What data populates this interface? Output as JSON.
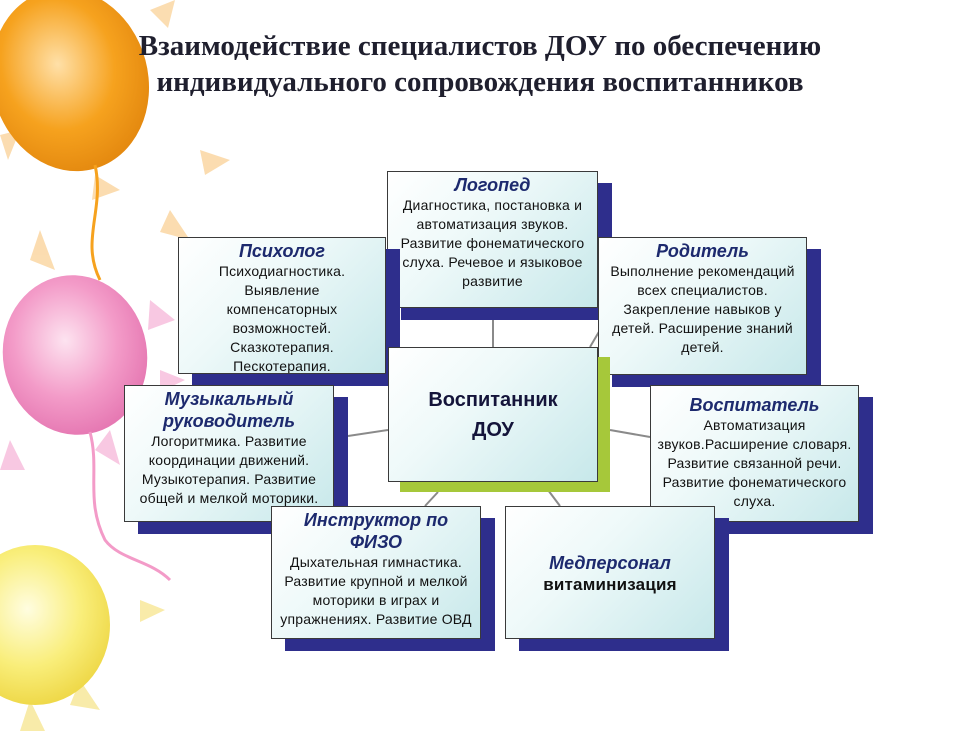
{
  "title": {
    "line1": "Взаимодействие специалистов ДОУ по обеспечению",
    "line2": "индивидуального сопровождения воспитанников"
  },
  "center": {
    "line1": "Воспитанник",
    "line2": "ДОУ"
  },
  "nodes": {
    "logoped": {
      "name": "Логопед",
      "desc": "Диагностика, постановка и автоматизация звуков. Развитие фонематического слуха. Речевое и языковое развитие"
    },
    "psiholog": {
      "name": "Психолог",
      "desc": "Психодиагностика. Выявление компенсаторных возможностей. Сказкотерапия. Пескотерапия."
    },
    "roditel": {
      "name": "Родитель",
      "desc": "Выполнение рекомендаций всех специалистов. Закрепление навыков у детей. Расширение знаний детей."
    },
    "muzyk": {
      "name": "Музыкальный руководитель",
      "desc": "Логоритмика. Развитие координации движений. Музыкотерапия. Развитие общей и мелкой моторики."
    },
    "vospitatel": {
      "name": "Воспитатель",
      "desc": "Автоматизация звуков.Расширение словаря. Развитие связанной речи. Развитие фонематического слуха."
    },
    "fizo": {
      "name": "Инструктор по ФИЗО",
      "desc": "Дыхательная гимнастика. Развитие крупной и мелкой моторики в играх и упражнениях. Развитие ОВД"
    },
    "medpersonal": {
      "name": "Медперсонал",
      "desc": "витаминизация"
    }
  },
  "colors": {
    "shadow": "#2e2e8c",
    "center_shadow": "#a6c83a",
    "name_text": "#1d2a6e",
    "balloon_orange": "#f6a21e",
    "balloon_pink": "#f39bc8",
    "balloon_yellow": "#f9ee7a"
  }
}
